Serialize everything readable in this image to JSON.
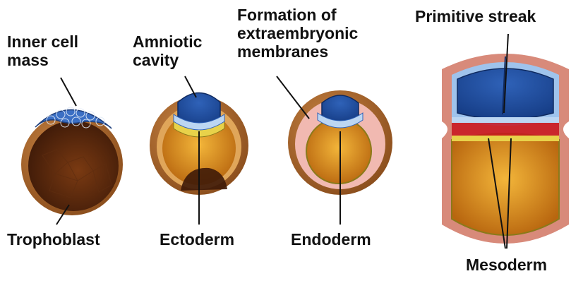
{
  "diagram": {
    "labels": {
      "inner_cell_mass": "Inner cell\nmass",
      "amniotic_cavity": "Amniotic\ncavity",
      "formation": "Formation of\nextraembryonic\nmembranes",
      "primitive_streak": "Primitive streak",
      "trophoblast": "Trophoblast",
      "ectoderm": "Ectoderm",
      "endoderm": "Endoderm",
      "mesoderm": "Mesoderm"
    },
    "colors": {
      "trophoblast_brown": "#a8642a",
      "cavity_dark": "#5a2a10",
      "ectoderm_blue": "#2f62b8",
      "amnion_light_blue": "#9fc3ec",
      "yolk_orange": "#d98d1e",
      "endoderm_yellow": "#e8d24a",
      "extraembryonic_pink": "#f1b9b1",
      "mesoderm_red": "#c8141e"
    }
  }
}
